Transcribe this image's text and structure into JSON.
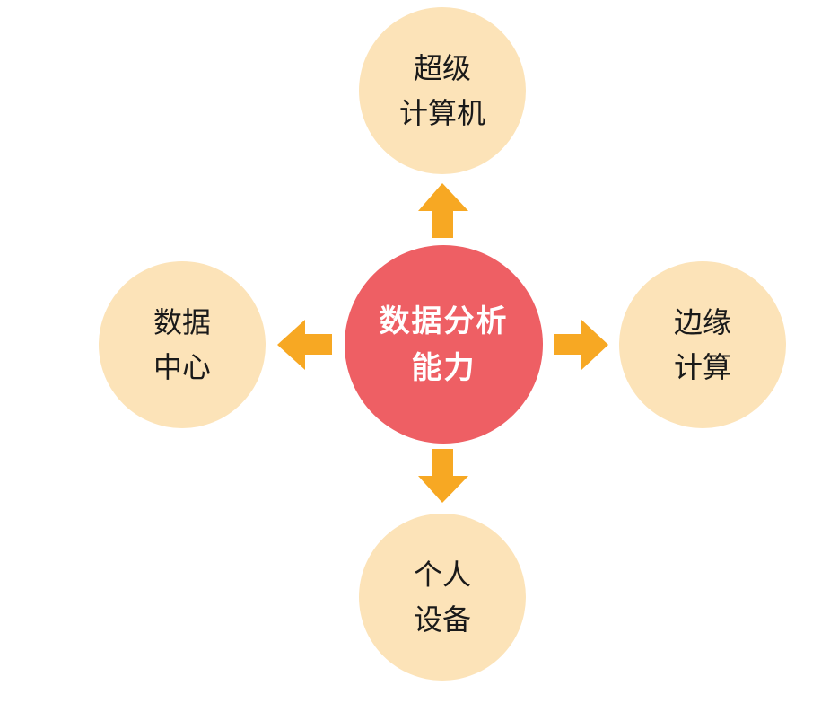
{
  "center": {
    "line1": "数据分析",
    "line2": "能力"
  },
  "nodes": {
    "top": {
      "line1": "超级",
      "line2": "计算机"
    },
    "left": {
      "line1": "数据",
      "line2": "中心"
    },
    "right": {
      "line1": "边缘",
      "line2": "计算"
    },
    "bottom": {
      "line1": "个人",
      "line2": "设备"
    }
  },
  "colors": {
    "center": "#EE5F64",
    "outer": "#FCE3B8",
    "arrow": "#F7A823"
  }
}
